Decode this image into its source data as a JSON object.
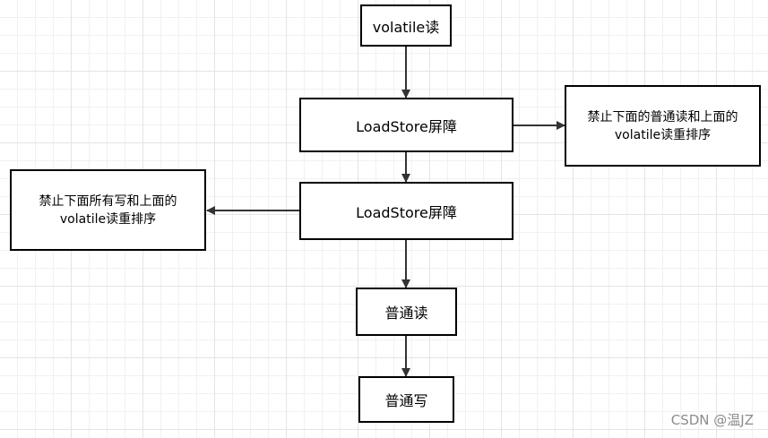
{
  "diagram": {
    "nodes": {
      "volatile_read": "volatile读",
      "barrier_1": "LoadStore屏障",
      "barrier_2": "LoadStore屏障",
      "normal_read": "普通读",
      "normal_write": "普通写",
      "note_right": "禁止下面的普通读和上面的volatile读重排序",
      "note_left": "禁止下面所有写和上面的volatile读重排序"
    }
  },
  "watermark": "CSDN @温JZ",
  "colors": {
    "stroke": "#000000",
    "arrow": "#333333",
    "background": "#ffffff"
  }
}
